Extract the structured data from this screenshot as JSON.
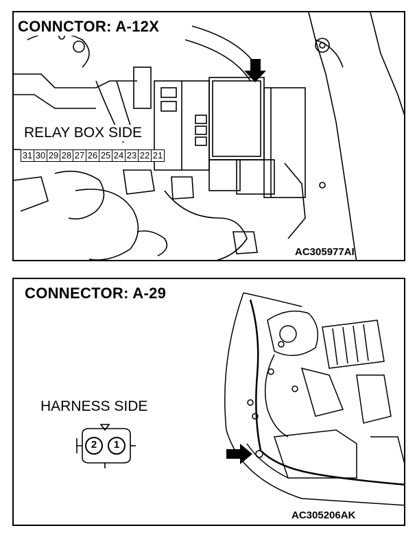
{
  "top_panel": {
    "title": "CONNCTOR: A-12X",
    "side_label": "RELAY BOX SIDE",
    "pins": [
      "31",
      "30",
      "29",
      "28",
      "27",
      "26",
      "25",
      "24",
      "23",
      "22",
      "21"
    ],
    "code": "AC305977AI"
  },
  "bottom_panel": {
    "title": "CONNECTOR: A-29",
    "side_label": "HARNESS SIDE",
    "pins": [
      "2",
      "1"
    ],
    "code": "AC305206AK"
  }
}
